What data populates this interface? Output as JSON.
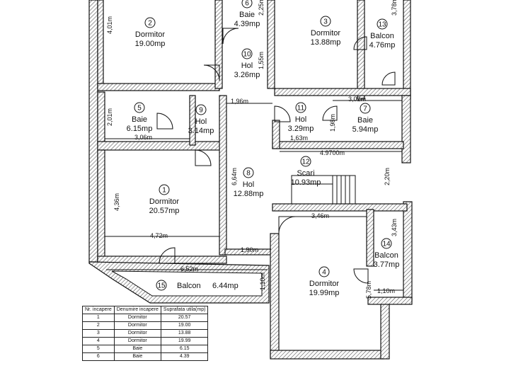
{
  "rooms": [
    {
      "id": "1",
      "name": "Dormitor",
      "area": "20.57mp"
    },
    {
      "id": "2",
      "name": "Dormitor",
      "area": "19.00mp"
    },
    {
      "id": "3",
      "name": "Dormitor",
      "area": "13.88mp"
    },
    {
      "id": "4",
      "name": "Dormitor",
      "area": "19.99mp"
    },
    {
      "id": "5",
      "name": "Baie",
      "area": "6.15mp"
    },
    {
      "id": "6",
      "name": "Baie",
      "area": "4.39mp"
    },
    {
      "id": "7",
      "name": "Baie",
      "area": "5.94mp"
    },
    {
      "id": "8",
      "name": "Hol",
      "area": "12.88mp"
    },
    {
      "id": "9",
      "name": "Hol",
      "area": "3.14mp"
    },
    {
      "id": "10",
      "name": "Hol",
      "area": "3.26mp"
    },
    {
      "id": "11",
      "name": "Hol",
      "area": "3.29mp"
    },
    {
      "id": "12",
      "name": "Scari",
      "area": "10.93mp"
    },
    {
      "id": "13",
      "name": "Balcon",
      "area": "4.76mp"
    },
    {
      "id": "14",
      "name": "Balcon",
      "area": "3.77mp"
    },
    {
      "id": "15",
      "name": "Balcon",
      "area": "6.44mp"
    }
  ],
  "dimensions": [
    "4,01m",
    "2,25m",
    "3,78m",
    "1,55m",
    "1,96m",
    "3,02m",
    "2,01m",
    "3,06m",
    "1,98m",
    "1,63m",
    "4.9700m",
    "6,64m",
    "2,20m",
    "4,36m",
    "3,46m",
    "4,72m",
    "3,43m",
    "1,90m",
    "6,52m",
    "5,78m",
    "1,10m",
    "1,10m"
  ],
  "legend": {
    "headers": [
      "Nr. incapere",
      "Denumire incapere",
      "Suprafata utila(mp)"
    ],
    "rows": [
      [
        "1",
        "Dormitor",
        "20.57"
      ],
      [
        "2",
        "Dormitor",
        "19.00"
      ],
      [
        "3",
        "Dormitor",
        "13.88"
      ],
      [
        "4",
        "Dormitor",
        "19.99"
      ],
      [
        "5",
        "Baie",
        "6.15"
      ],
      [
        "6",
        "Baie",
        "4.39"
      ]
    ]
  }
}
